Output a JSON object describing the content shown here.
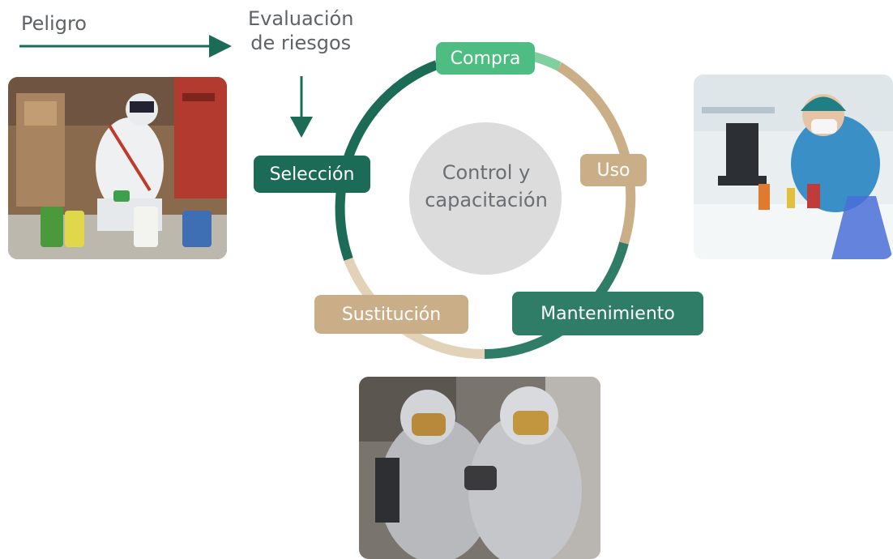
{
  "flow": {
    "hazard_label": "Peligro",
    "assessment_line1": "Evaluación",
    "assessment_line2": "de riesgos"
  },
  "cycle": {
    "center_line1": "Control y",
    "center_line2": "capacitación",
    "stages": {
      "compra": "Compra",
      "uso": "Uso",
      "mantenimiento": "Mantenimiento",
      "sustitucion": "Sustitución",
      "seleccion": "Selección"
    }
  },
  "colors": {
    "dark_green": "#1b6b57",
    "mid_green": "#2f7d66",
    "light_green": "#4dbd82",
    "tan": "#c9ae88",
    "center_gray": "#dcdcdd",
    "text_gray": "#5f6368"
  },
  "images": {
    "left": "worker-in-protective-suit-with-chemical-containers",
    "right": "lab-technician-with-flasks",
    "bottom": "firefighters-in-aluminized-proximity-suits"
  }
}
